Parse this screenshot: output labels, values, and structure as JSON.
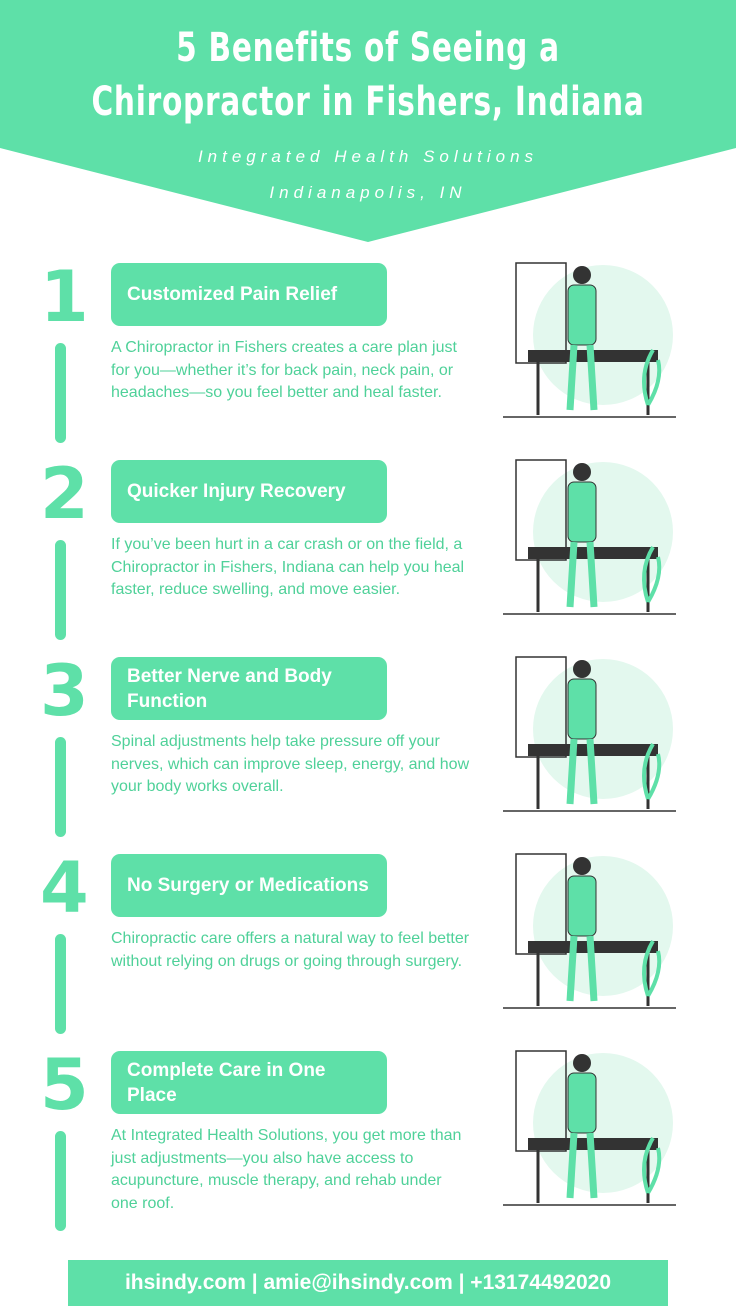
{
  "header": {
    "title_line1": "5 Benefits of Seeing a",
    "title_line2": "Chiropractor in Fishers, Indiana",
    "subtitle1": "Integrated Health Solutions",
    "subtitle2": "Indianapolis, IN"
  },
  "colors": {
    "accent": "#5ee0a8",
    "text": "#4fd199"
  },
  "benefits": [
    {
      "number": "1",
      "title": "Customized Pain Relief",
      "body": "A Chiropractor in Fishers creates a care plan just for you—whether it’s for back pain, neck pain, or headaches—so you feel better and heal faster."
    },
    {
      "number": "2",
      "title": "Quicker Injury Recovery",
      "body": "If you’ve been hurt in a car crash or on the field, a Chiropractor in Fishers, Indiana can help you heal faster, reduce swelling, and move easier."
    },
    {
      "number": "3",
      "title": "Better Nerve and Body Function",
      "body": "Spinal adjustments help take pressure off your nerves, which can improve sleep, energy, and how your body works overall."
    },
    {
      "number": "4",
      "title": "No Surgery or Medications",
      "body": "Chiropractic care offers a natural way to feel better without relying on drugs or going through surgery."
    },
    {
      "number": "5",
      "title": "Complete Care in One Place",
      "body": "At Integrated Health Solutions, you get more than just adjustments—you also have access to acupuncture, muscle therapy, and rehab under one roof."
    }
  ],
  "footer": {
    "contact": "ihsindy.com | amie@ihsindy.com | +13174492020"
  }
}
